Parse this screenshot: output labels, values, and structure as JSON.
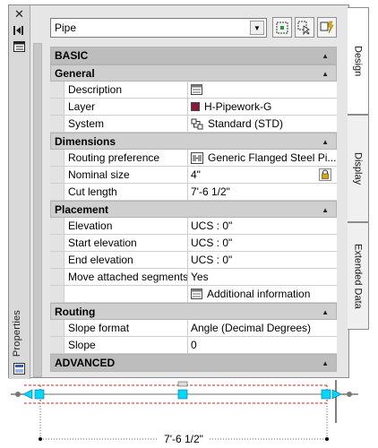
{
  "palette": {
    "title": "Properties",
    "object_type": "Pipe",
    "tabs": [
      {
        "label": "Design",
        "active": true
      },
      {
        "label": "Display",
        "active": false
      },
      {
        "label": "Extended Data",
        "active": false
      }
    ]
  },
  "sections": {
    "basic": "BASIC",
    "advanced": "ADVANCED",
    "general": "General",
    "dimensions": "Dimensions",
    "placement": "Placement",
    "routing": "Routing"
  },
  "general": {
    "description_label": "Description",
    "layer_label": "Layer",
    "layer_value": "H-Pipework-G",
    "layer_color": "#8b1a3a",
    "system_label": "System",
    "system_value": "Standard (STD)"
  },
  "dimensions": {
    "routing_label": "Routing preference",
    "routing_value": "Generic Flanged Steel Pi...",
    "nominal_label": "Nominal size",
    "nominal_value": "4\"",
    "cut_label": "Cut length",
    "cut_value": "7'-6 1/2\""
  },
  "placement": {
    "elevation_label": "Elevation",
    "elevation_value": "UCS : 0\"",
    "start_label": "Start elevation",
    "start_value": "UCS : 0\"",
    "end_label": "End elevation",
    "end_value": "UCS : 0\"",
    "move_label": "Move attached segments",
    "move_value": "Yes",
    "additional_info": "Additional information"
  },
  "routing": {
    "slope_format_label": "Slope format",
    "slope_format_value": "Angle (Decimal Degrees)",
    "slope_label": "Slope",
    "slope_value": "0"
  },
  "drawing": {
    "dimension_text": "7'-6 1/2\"",
    "grip_color": "#00d7ff",
    "pipe_line_color": "#e0201a"
  }
}
